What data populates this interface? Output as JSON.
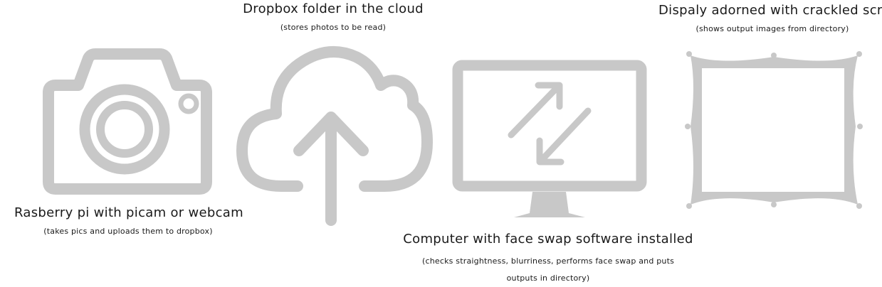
{
  "diagram": {
    "icon_color": "#c8c8c8",
    "text_color": "#1a1a1a",
    "nodes": [
      {
        "icon": "camera-icon",
        "title": "Rasberry pi with picam or webcam",
        "caption": "(takes pics and uploads them to dropbox)"
      },
      {
        "icon": "cloud-upload-icon",
        "title": "Dropbox folder in the cloud",
        "caption": "(stores photos to be read)"
      },
      {
        "icon": "monitor-swap-icon",
        "title": "Computer with face swap software installed",
        "caption": "(checks straightness, blurriness, performs face swap and puts outputs in directory)"
      },
      {
        "icon": "picture-frame-icon",
        "title": "Dispaly adorned with crackled screen",
        "caption": "(shows output images from directory)"
      }
    ]
  }
}
